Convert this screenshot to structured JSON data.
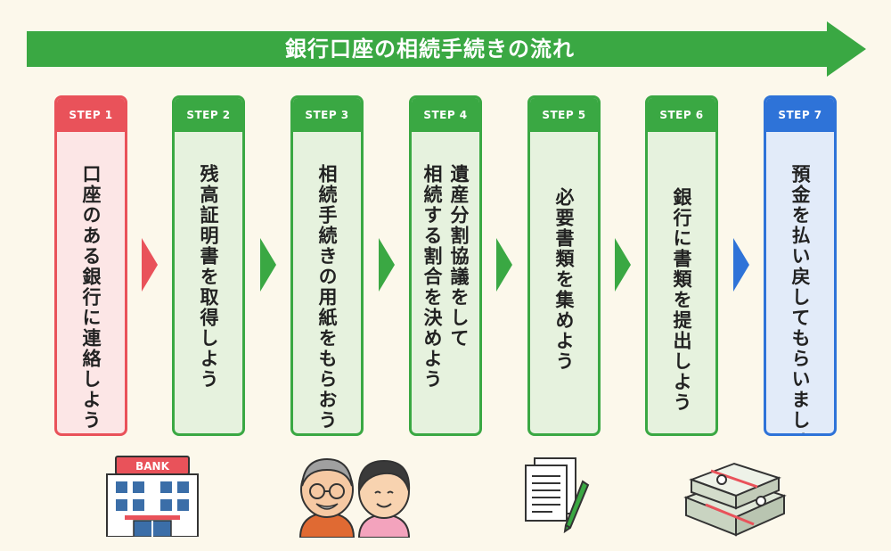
{
  "banner": {
    "title": "銀行口座の相続手続きの流れ"
  },
  "steps": [
    {
      "label": "STEP 1",
      "text": "口座のある銀行に連絡しよう"
    },
    {
      "label": "STEP 2",
      "text": "残高証明書を取得しよう"
    },
    {
      "label": "STEP 3",
      "text": "相続手続きの用紙をもらおう"
    },
    {
      "label": "STEP 4",
      "text": "遺産分割協議をして\n相続する割合を決めよう"
    },
    {
      "label": "STEP 5",
      "text": "必要書類を集めよう"
    },
    {
      "label": "STEP 6",
      "text": "銀行に書類を提出しよう"
    },
    {
      "label": "STEP 7",
      "text": "預金を払い戻してもらいましょう"
    }
  ],
  "illustrations": {
    "bank_sign": "BANK"
  },
  "colors": {
    "background": "#fcf8eb",
    "green": "#3aa843",
    "red": "#e9525a",
    "blue": "#2e73d8"
  }
}
